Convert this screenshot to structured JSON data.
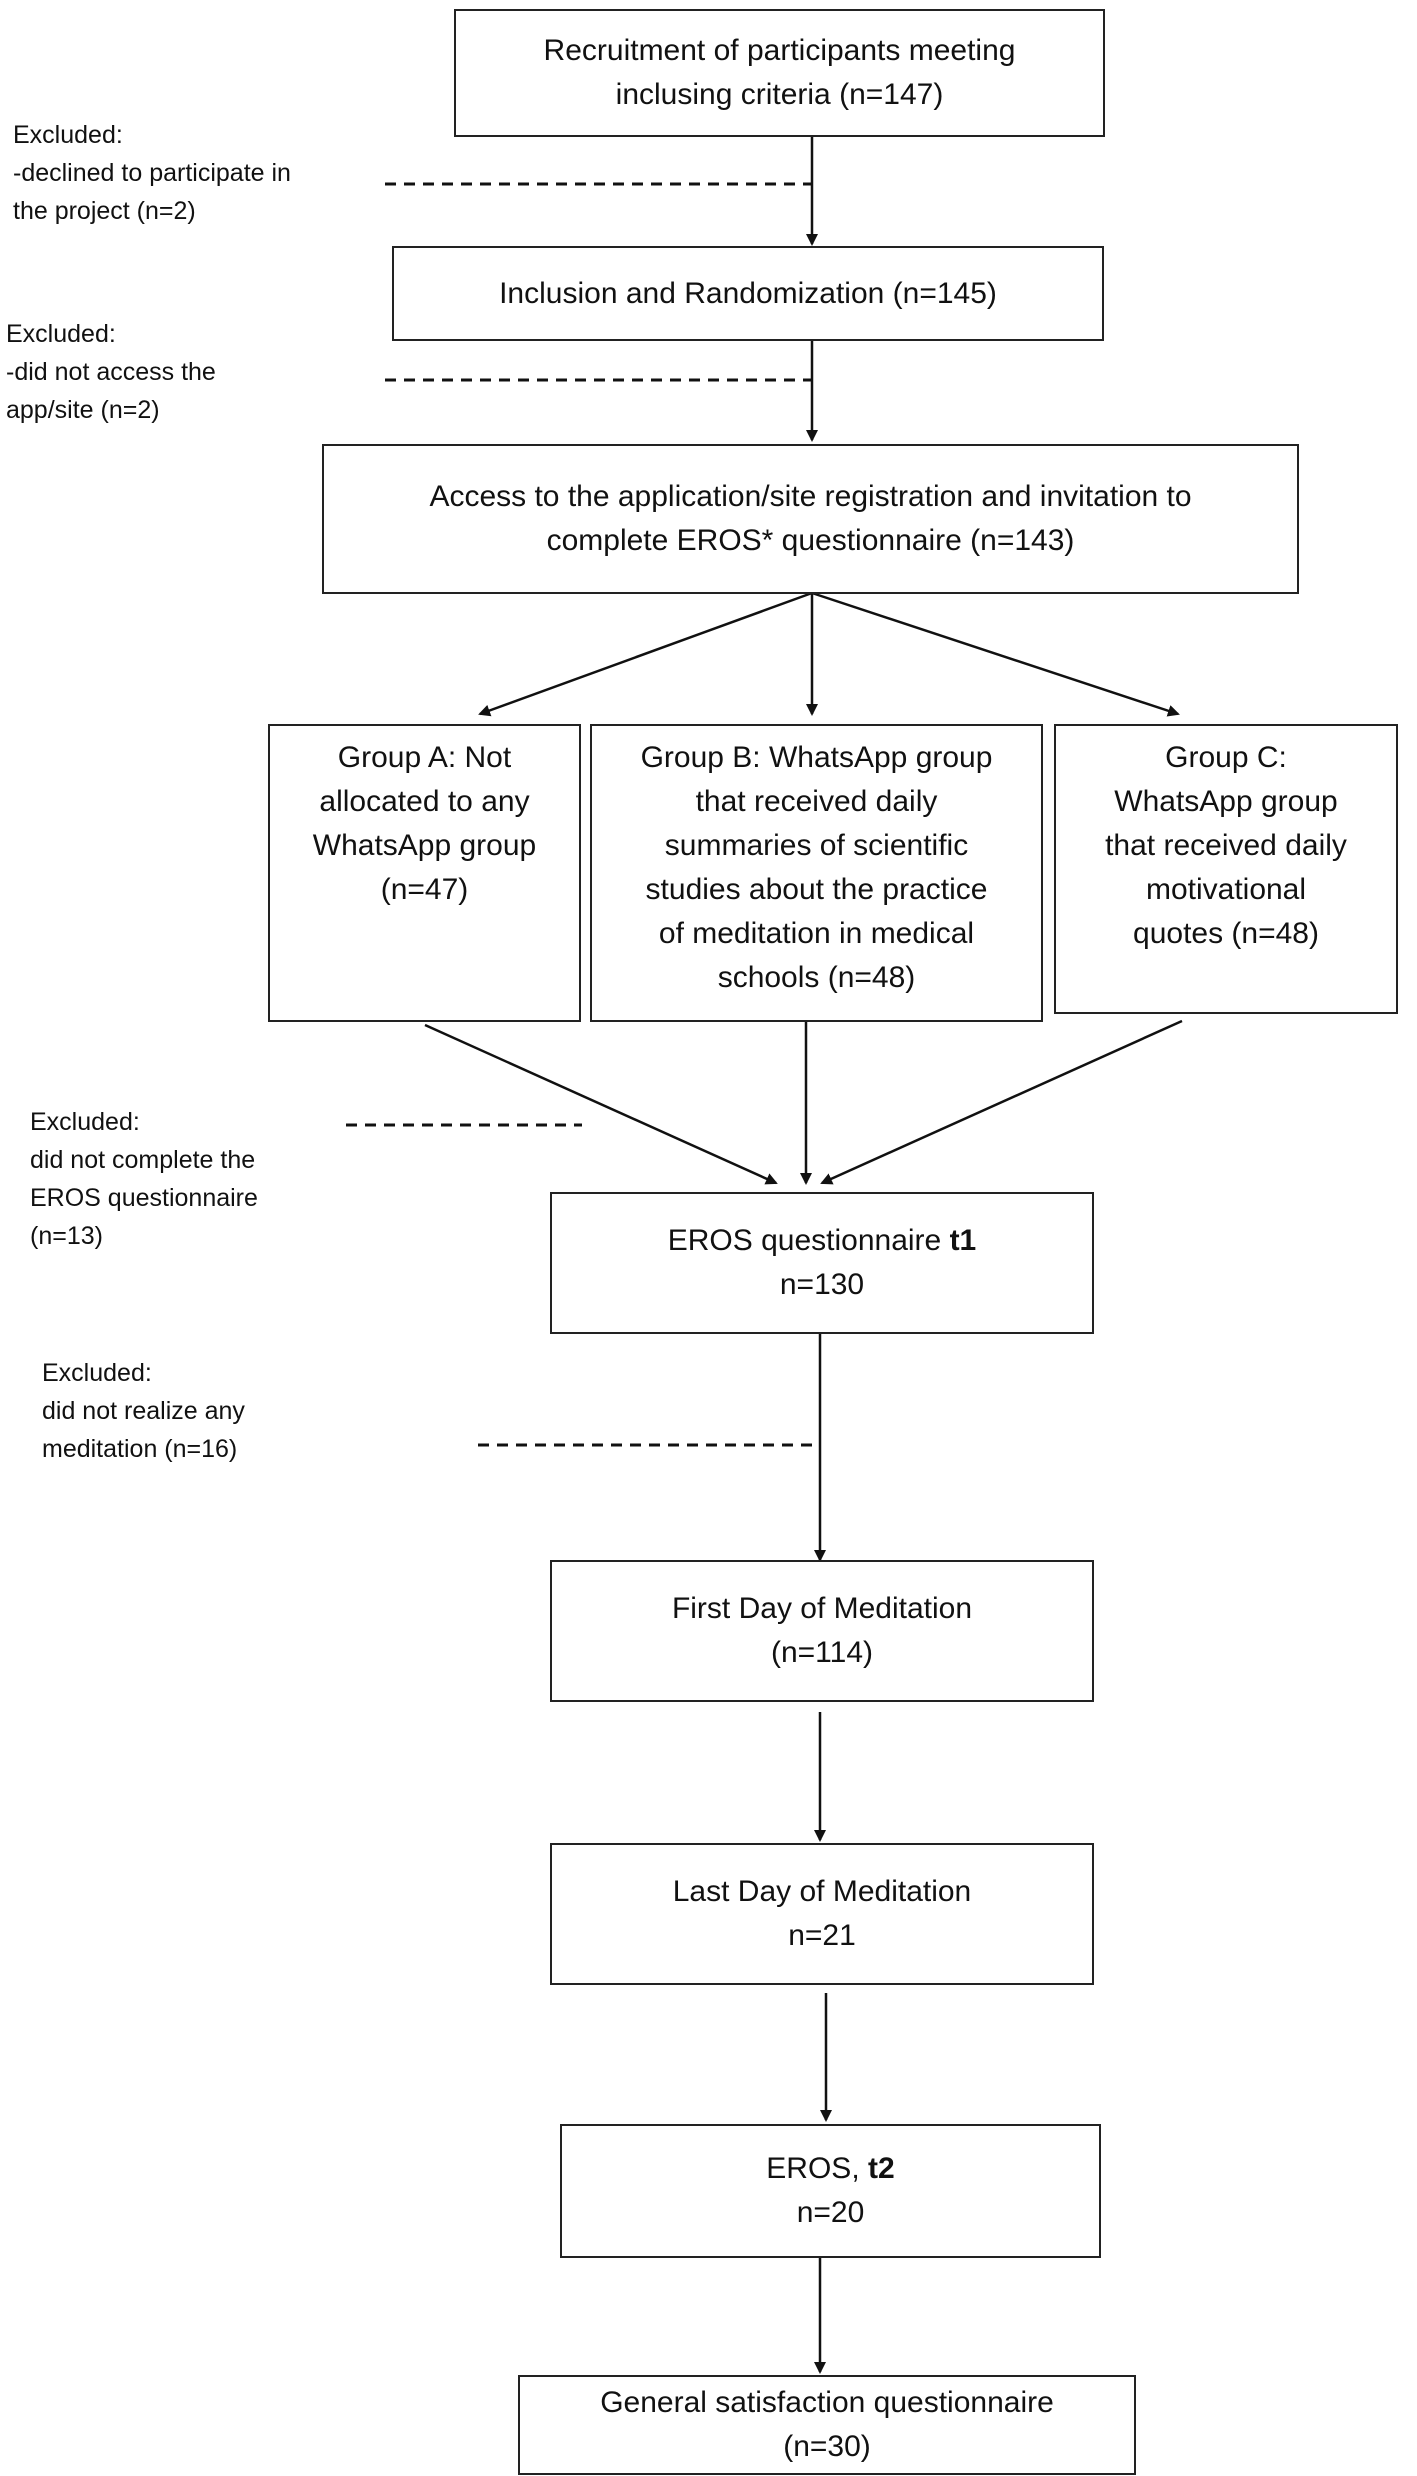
{
  "boxes": {
    "recruitment": {
      "line1": "Recruitment of participants meeting",
      "line2": "inclusing criteria (n=147)"
    },
    "inclusion": {
      "line1": "Inclusion and Randomization (n=145)"
    },
    "access": {
      "line1": "Access to the application/site registration and invitation to",
      "line2": "complete EROS* questionnaire (n=143)"
    },
    "group_a": {
      "lines": [
        "Group A: Not",
        "allocated to any",
        "WhatsApp group",
        "(n=47)"
      ]
    },
    "group_b": {
      "lines": [
        "Group B: WhatsApp group",
        "that received daily",
        "summaries of scientific",
        "studies about the practice",
        "of meditation in medical",
        "schools (n=48)"
      ]
    },
    "group_c": {
      "lines": [
        "Group C:",
        "WhatsApp group",
        "that received daily",
        "motivational",
        "quotes (n=48)"
      ]
    },
    "eros_t1": {
      "line1_text": "EROS questionnaire ",
      "line1_bold": "t1",
      "line2": "n=130"
    },
    "first_day": {
      "line1": "First Day of Meditation",
      "line2": "(n=114)"
    },
    "last_day": {
      "line1": "Last Day of Meditation",
      "line2": "n=21"
    },
    "eros_t2": {
      "line1_text": "EROS, ",
      "line1_bold": "t2",
      "line2": "n=20"
    },
    "satisfaction": {
      "line1": "General satisfaction questionnaire",
      "line2": "(n=30)"
    }
  },
  "exclusions": {
    "ex1": [
      "Excluded:",
      "-declined to participate in",
      "the project (n=2)"
    ],
    "ex2": [
      "Excluded:",
      "-did not access the",
      "app/site (n=2)"
    ],
    "ex3": [
      "Excluded:",
      "did not complete the",
      "EROS questionnaire",
      "(n=13)"
    ],
    "ex4": [
      "Excluded:",
      "did not realize any",
      "meditation (n=16)"
    ]
  }
}
